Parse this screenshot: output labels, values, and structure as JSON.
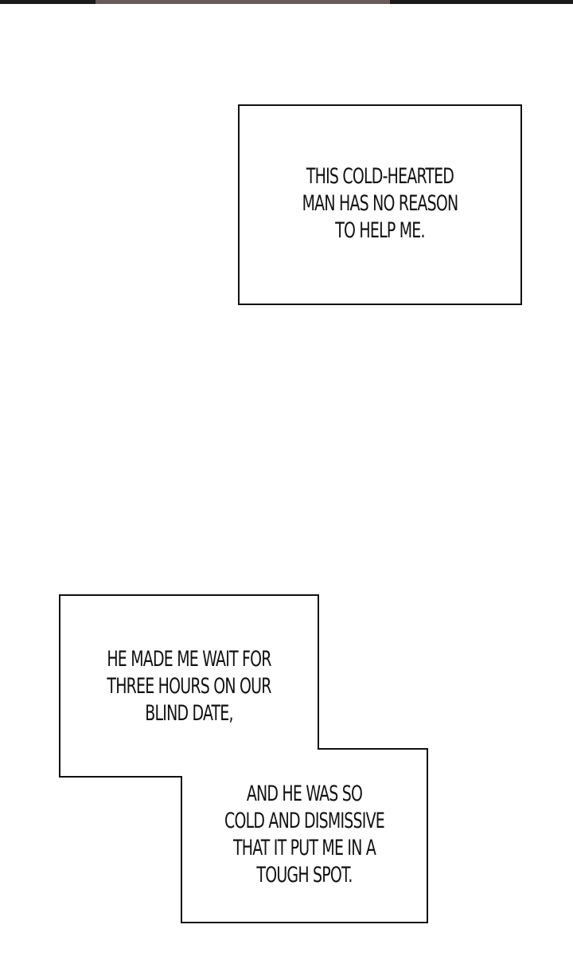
{
  "captions": [
    {
      "id": "caption-1",
      "lines": "THIS COLD-HEARTED\nMAN HAS NO REASON\nTO HELP ME."
    },
    {
      "id": "caption-2",
      "lines": "HE MADE ME WAIT FOR\nTHREE HOURS ON OUR\nBLIND DATE,"
    },
    {
      "id": "caption-3",
      "lines": "AND HE WAS SO\nCOLD AND DISMISSIVE\nTHAT IT PUT ME IN A\nTOUGH SPOT."
    }
  ],
  "colors": {
    "border": "#111111",
    "background": "#ffffff"
  }
}
